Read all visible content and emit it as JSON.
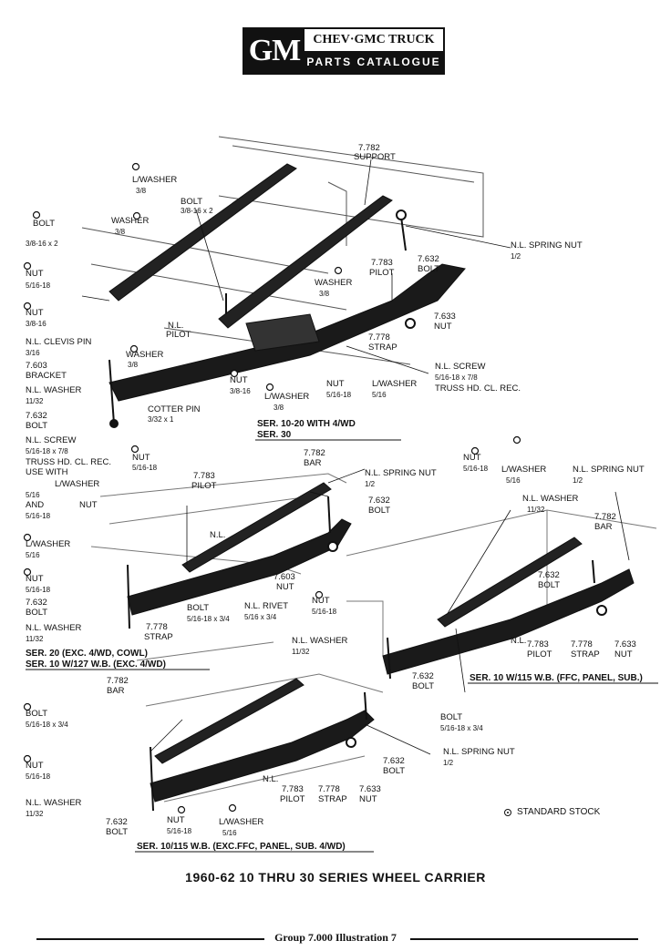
{
  "header": {
    "logo": "GM",
    "line1": "CHEV·GMC TRUCK",
    "line2": "PARTS CATALOGUE"
  },
  "title": "1960-62 10 THRU 30 SERIES WHEEL CARRIER",
  "footer": "Group 7.000 Illustration 7",
  "legend": "STANDARD STOCK",
  "captions": {
    "top1": "SER. 10-20 WITH 4/WD",
    "top2": "SER. 30",
    "midleft1": "SER. 20 (EXC. 4/WD, COWL)",
    "midleft2": "SER. 10 W/127 W.B. (EXC. 4/WD)",
    "midright": "SER. 10 W/115 W.B. (FFC, PANEL, SUB.)",
    "bottom": "SER. 10/115 W.B. (EXC.FFC, PANEL, SUB. 4/WD)"
  },
  "labels": {
    "a1": "7.782",
    "a2": "SUPPORT",
    "b1": "L/WASHER",
    "b2": "3/8",
    "c1": "BOLT",
    "c2": "3/8-16 x 2",
    "d1": "WASHER",
    "d2": "3/8",
    "e1": "BOLT",
    "e2": "3/8-16 x 2",
    "f1": "NUT",
    "f2": "5/16-18",
    "g1": "NUT",
    "g2": "3/8-16",
    "h1": "N.L. SPRING NUT",
    "h2": "1/2",
    "i1": "7.632",
    "i2": "BOLT",
    "j1": "7.783",
    "j2": "PILOT",
    "k1": "WASHER",
    "k2": "3/8",
    "l1": "7.633",
    "l2": "NUT",
    "m1": "N.L.",
    "m2": "PILOT",
    "n1": "7.778",
    "n2": "STRAP",
    "o1": "N.L. CLEVIS PIN",
    "o2": "3/16",
    "p1": "WASHER",
    "p2": "3/8",
    "q1": "7.603",
    "q2": "BRACKET",
    "r1": "N.L. SCREW",
    "r2": "5/16-18 x 7/8",
    "r3": "TRUSS HD. CL. REC.",
    "s1": "N.L. WASHER",
    "s2": "11/32",
    "t1": "NUT",
    "t2": "3/8-16",
    "u1": "L/WASHER",
    "u2": "3/8",
    "v1": "NUT",
    "v2": "5/16-18",
    "w1": "L/WASHER",
    "w2": "5/16",
    "x1": "COTTER PIN",
    "x2": "3/32 x 1",
    "y1": "7.632",
    "y2": "BOLT",
    "z1": "N.L. SCREW",
    "z2": "5/16-18 x 7/8",
    "z3": "TRUSS HD. CL. REC.",
    "z4": "USE WITH",
    "z5": "L/WASHER",
    "z6": "5/16",
    "z7": "AND",
    "z8": "NUT",
    "z9": "5/16-18",
    "ma1": "NUT",
    "ma2": "5/16-18",
    "mb1": "7.782",
    "mb2": "BAR",
    "mc1": "N.L. SPRING NUT",
    "mc2": "1/2",
    "md1": "7.783",
    "md2": "PILOT",
    "me1": "7.632",
    "me2": "BOLT",
    "mf": "N.L.",
    "mg1": "L/WASHER",
    "mg2": "5/16",
    "mh1": "NUT",
    "mh2": "5/16-18",
    "mi1": "7.632",
    "mi2": "BOLT",
    "mj1": "7.603",
    "mj2": "NUT",
    "mk1": "N.L. WASHER",
    "mk2": "11/32",
    "ml1": "BOLT",
    "ml2": "5/16-18 x 3/4",
    "mm1": "N.L. RIVET",
    "mm2": "5/16 x 3/4",
    "mn1": "7.778",
    "mn2": "STRAP",
    "ra1": "NUT",
    "ra2": "5/16-18",
    "rb1": "L/WASHER",
    "rb2": "5/16",
    "rc1": "N.L. SPRING NUT",
    "rc2": "1/2",
    "rd1": "N.L. WASHER",
    "rd2": "11/32",
    "re1": "7.782",
    "re2": "BAR",
    "rf1": "7.632",
    "rf2": "BOLT",
    "rg1": "NUT",
    "rg2": "5/16-18",
    "rh1": "N.L. WASHER",
    "rh2": "11/32",
    "ri1": "N.L.",
    "ri2": "7.783",
    "ri3": "PILOT",
    "rj1": "7.778",
    "rj2": "STRAP",
    "rk1": "7.633",
    "rk2": "NUT",
    "rl1": "7.632",
    "rl2": "BOLT",
    "rm1": "BOLT",
    "rm2": "5/16-18 x 3/4",
    "ba1": "7.782",
    "ba2": "BAR",
    "bb1": "BOLT",
    "bb2": "5/16-18 x 3/4",
    "bc1": "N.L. SPRING NUT",
    "bc2": "1/2",
    "bd1": "NUT",
    "bd2": "5/16-18",
    "be1": "7.632",
    "be2": "BOLT",
    "bf": "N.L.",
    "bg1": "7.783",
    "bg2": "PILOT",
    "bh1": "7.778",
    "bh2": "STRAP",
    "bi1": "7.633",
    "bi2": "NUT",
    "bj1": "N.L. WASHER",
    "bj2": "11/32",
    "bk1": "7.632",
    "bk2": "BOLT",
    "bl1": "NUT",
    "bl2": "5/16-18",
    "bm1": "L/WASHER",
    "bm2": "5/16"
  }
}
